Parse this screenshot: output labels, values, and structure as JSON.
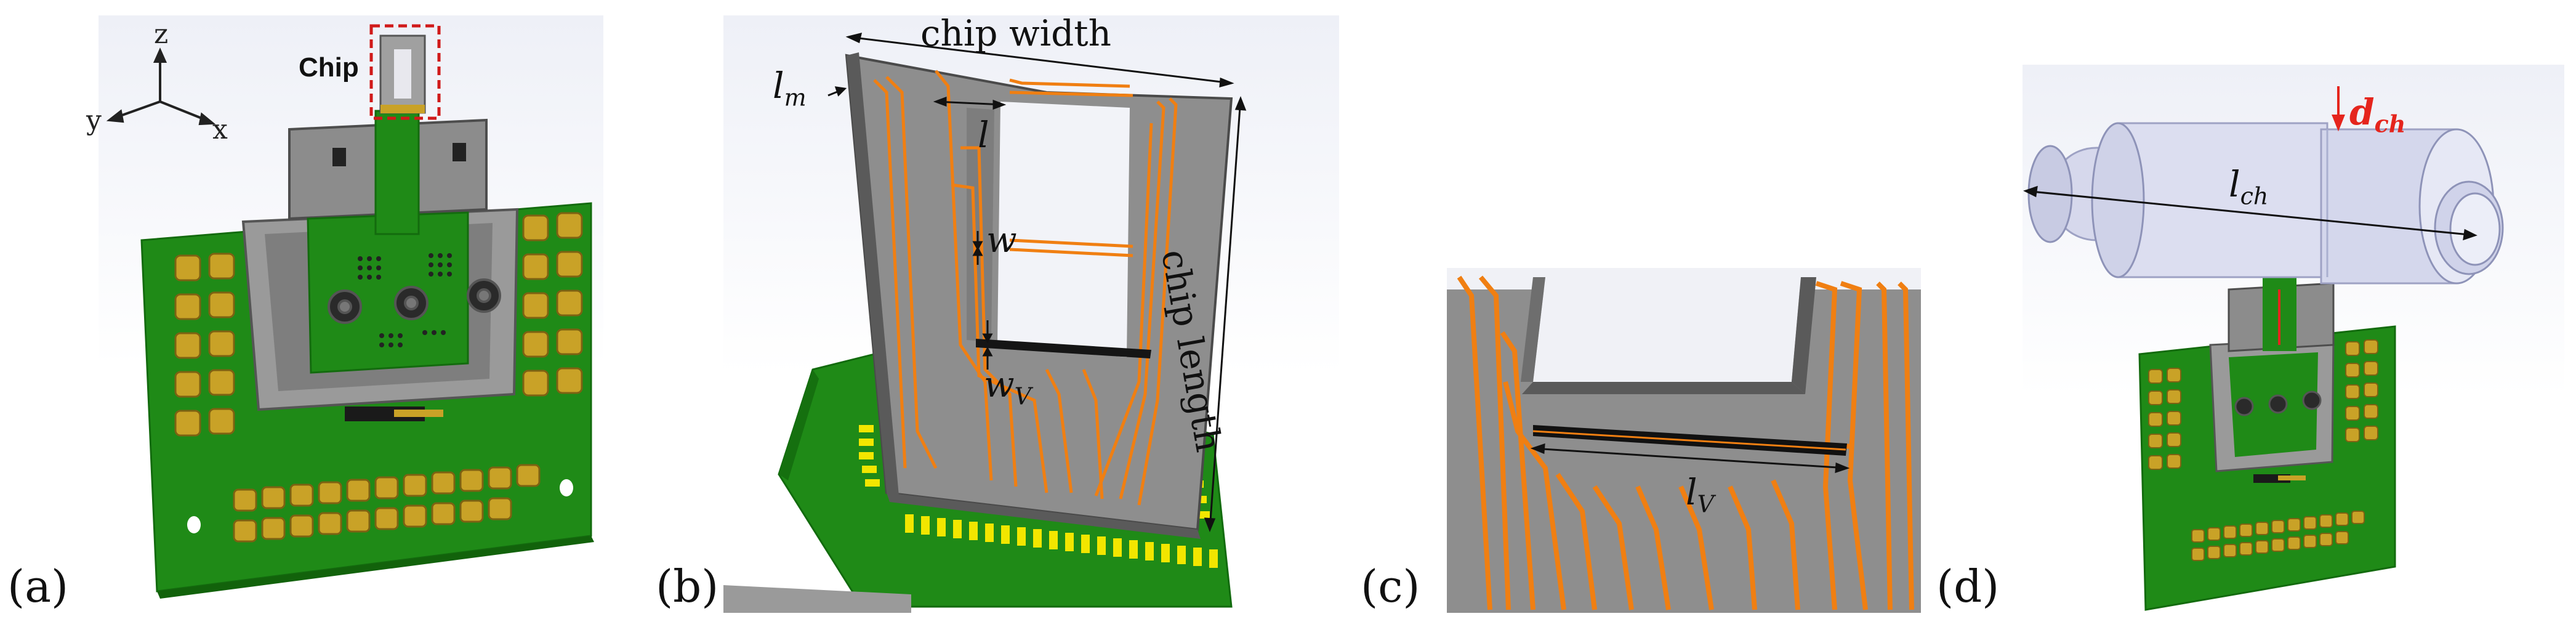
{
  "panels": {
    "a": {
      "label": "(a)",
      "axes": {
        "z": "z",
        "y": "y",
        "x": "x"
      },
      "chip_label": "Chip"
    },
    "b": {
      "label": "(b)",
      "annotations": {
        "chip_width": "chip width",
        "chip_length": "chip length",
        "lm_main": "l",
        "lm_sub": "m",
        "l": "l",
        "w": "w",
        "wv_main": "w",
        "wv_sub": "V"
      }
    },
    "c": {
      "label": "(c)",
      "annotations": {
        "lv_main": "l",
        "lv_sub": "V"
      }
    },
    "d": {
      "label": "(d)",
      "annotations": {
        "dch_main": "d",
        "dch_sub": "ch",
        "lch_main": "l",
        "lch_sub": "ch"
      }
    }
  },
  "colors": {
    "pcb_green": "#1f8a17",
    "connector_gold": "#c9a227",
    "chip_gray": "#8e8e8e",
    "trace_orange": "#f07f12",
    "pad_yellow": "#f2e600",
    "dch_red": "#e5251d",
    "selection_red": "#d01a1a"
  }
}
